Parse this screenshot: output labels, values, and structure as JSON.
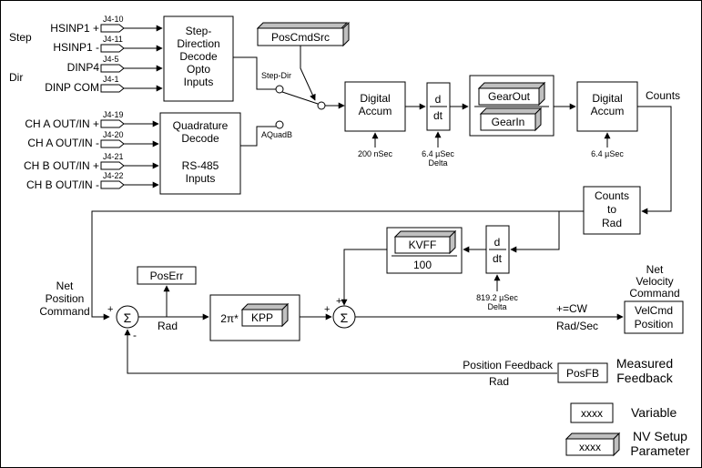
{
  "inputs": {
    "step_label": "Step",
    "dir_label": "Dir",
    "hsinp1_plus": "HSINP1 +",
    "hsinp1_minus": "HSINP1 -",
    "dinp4": "DINP4",
    "dinp_com": "DINP COM",
    "cha_plus": "CH A OUT/IN +",
    "cha_minus": "CH A OUT/IN -",
    "chb_plus": "CH B OUT/IN +",
    "chb_minus": "CH B OUT/IN -",
    "pins": [
      "J4-10",
      "J4-11",
      "J4-5",
      "J4-1",
      "J4-19",
      "J4-20",
      "J4-21",
      "J4-22"
    ]
  },
  "blocks": {
    "step_dir_decode": [
      "Step-",
      "Direction",
      "Decode",
      "Opto",
      "Inputs"
    ],
    "quad_decode": [
      "Quadrature",
      "Decode"
    ],
    "rs485": [
      "RS-485",
      "Inputs"
    ],
    "digital_accum_1": [
      "Digital",
      "Accum"
    ],
    "digital_accum_2": [
      "Digital",
      "Accum"
    ],
    "ddt_1": [
      "d",
      "dt"
    ],
    "ddt_2": [
      "d",
      "dt"
    ],
    "counts_to_rad": [
      "Counts",
      "to",
      "Rad"
    ],
    "two_pi": "2π*"
  },
  "params": {
    "pos_cmd_src": "PosCmdSrc",
    "gear_out": "GearOut",
    "gear_in": "GearIn",
    "kvff": "KVFF",
    "kvff_div": "100",
    "kpp": "KPP",
    "pos_err": "PosErr",
    "vel_cmd": [
      "VelCmd",
      "Position"
    ],
    "pos_fb": "PosFB"
  },
  "labels": {
    "step_dir": "Step-Dir",
    "aquadb": "AQuadB",
    "ns200": "200 nSec",
    "us64_delta": [
      "6.4 µSec",
      "Delta"
    ],
    "us64": "6.4 µSec",
    "us8192_delta": [
      "819.2 µSec",
      "Delta"
    ],
    "counts": "Counts",
    "net_position_command": [
      "Net",
      "Position",
      "Command"
    ],
    "rad": "Rad",
    "cw": "+=CW",
    "rad_sec": "Rad/Sec",
    "net_velocity_command": [
      "Net",
      "Velocity",
      "Command"
    ],
    "position_feedback": "Position Feedback",
    "rad_fb": "Rad",
    "measured_feedback": [
      "Measured",
      "Feedback"
    ],
    "plus": "+",
    "minus": "-",
    "sigma": "Σ"
  },
  "legend": {
    "variable_sample": "xxxx",
    "variable_label": "Variable",
    "nv_sample": "xxxx",
    "nv_label": [
      "NV Setup",
      "Parameter"
    ]
  }
}
